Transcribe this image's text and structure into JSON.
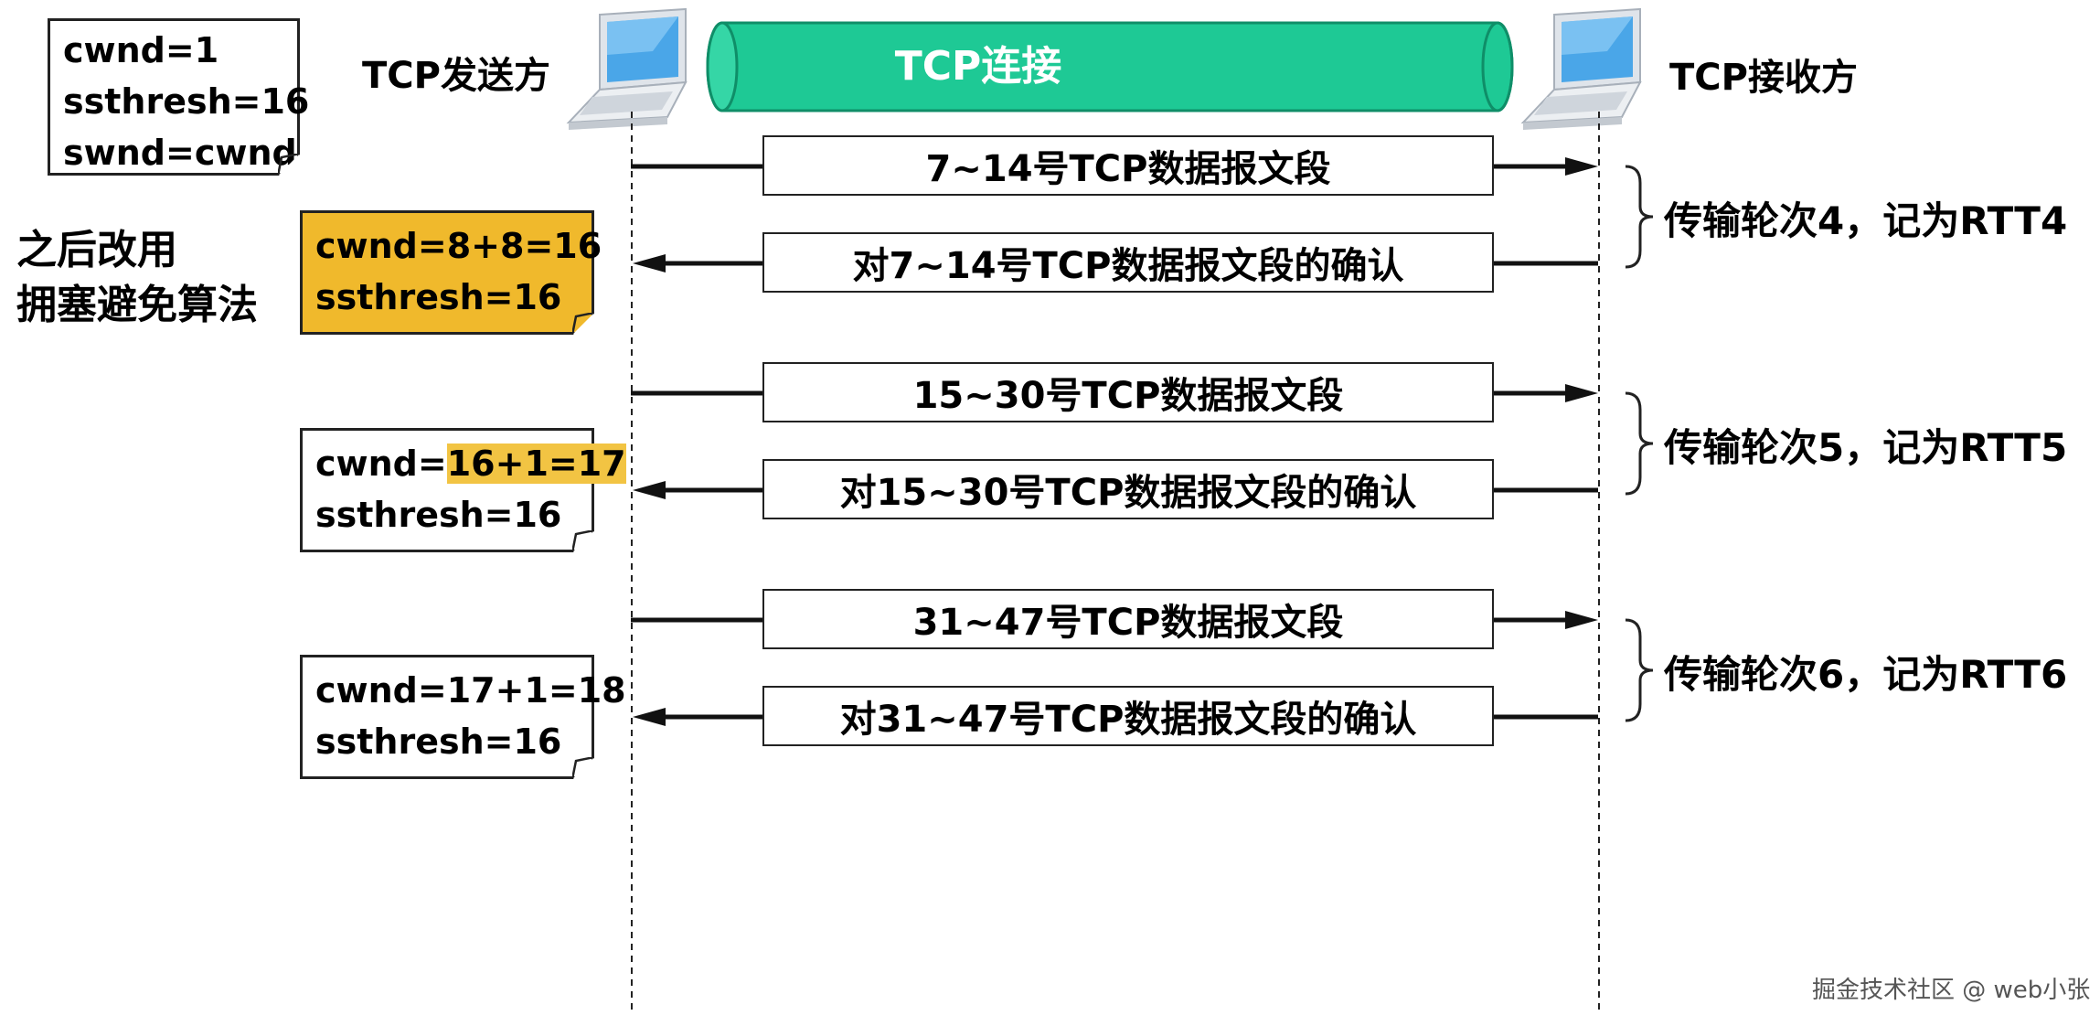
{
  "top_note": {
    "lines": [
      "cwnd=1",
      "ssthresh=16",
      "swnd=cwnd"
    ]
  },
  "sender_label": "TCP发送方",
  "receiver_label": "TCP接收方",
  "connection_label": "TCP连接",
  "side_text": {
    "line1": "之后改用",
    "line2": "拥塞避免算法"
  },
  "rounds": [
    {
      "note": {
        "line1": "cwnd=8+8=16",
        "line1_prefix": "",
        "line1_highlight": "",
        "line2": "ssthresh=16",
        "style": "gold"
      },
      "send_label": "7~14号TCP数据报文段",
      "ack_label": "对7~14号TCP数据报文段的确认",
      "rtt_label": "传输轮次4，记为RTT4"
    },
    {
      "note": {
        "line1": "",
        "line1_prefix": "cwnd=",
        "line1_highlight": "16+1=17",
        "line2": "ssthresh=16",
        "style": "plain"
      },
      "send_label": "15~30号TCP数据报文段",
      "ack_label": "对15~30号TCP数据报文段的确认",
      "rtt_label": "传输轮次5，记为RTT5"
    },
    {
      "note": {
        "line1": "cwnd=17+1=18",
        "line1_prefix": "",
        "line1_highlight": "",
        "line2": "ssthresh=16",
        "style": "plain"
      },
      "send_label": "31~47号TCP数据报文段",
      "ack_label": "对31~47号TCP数据报文段的确认",
      "rtt_label": "传输轮次6，记为RTT6"
    }
  ],
  "watermark": "掘金技术社区 @ web小张",
  "colors": {
    "tube": "#1ec995",
    "note_gold": "#f0b92c",
    "highlight": "#f2c443"
  }
}
